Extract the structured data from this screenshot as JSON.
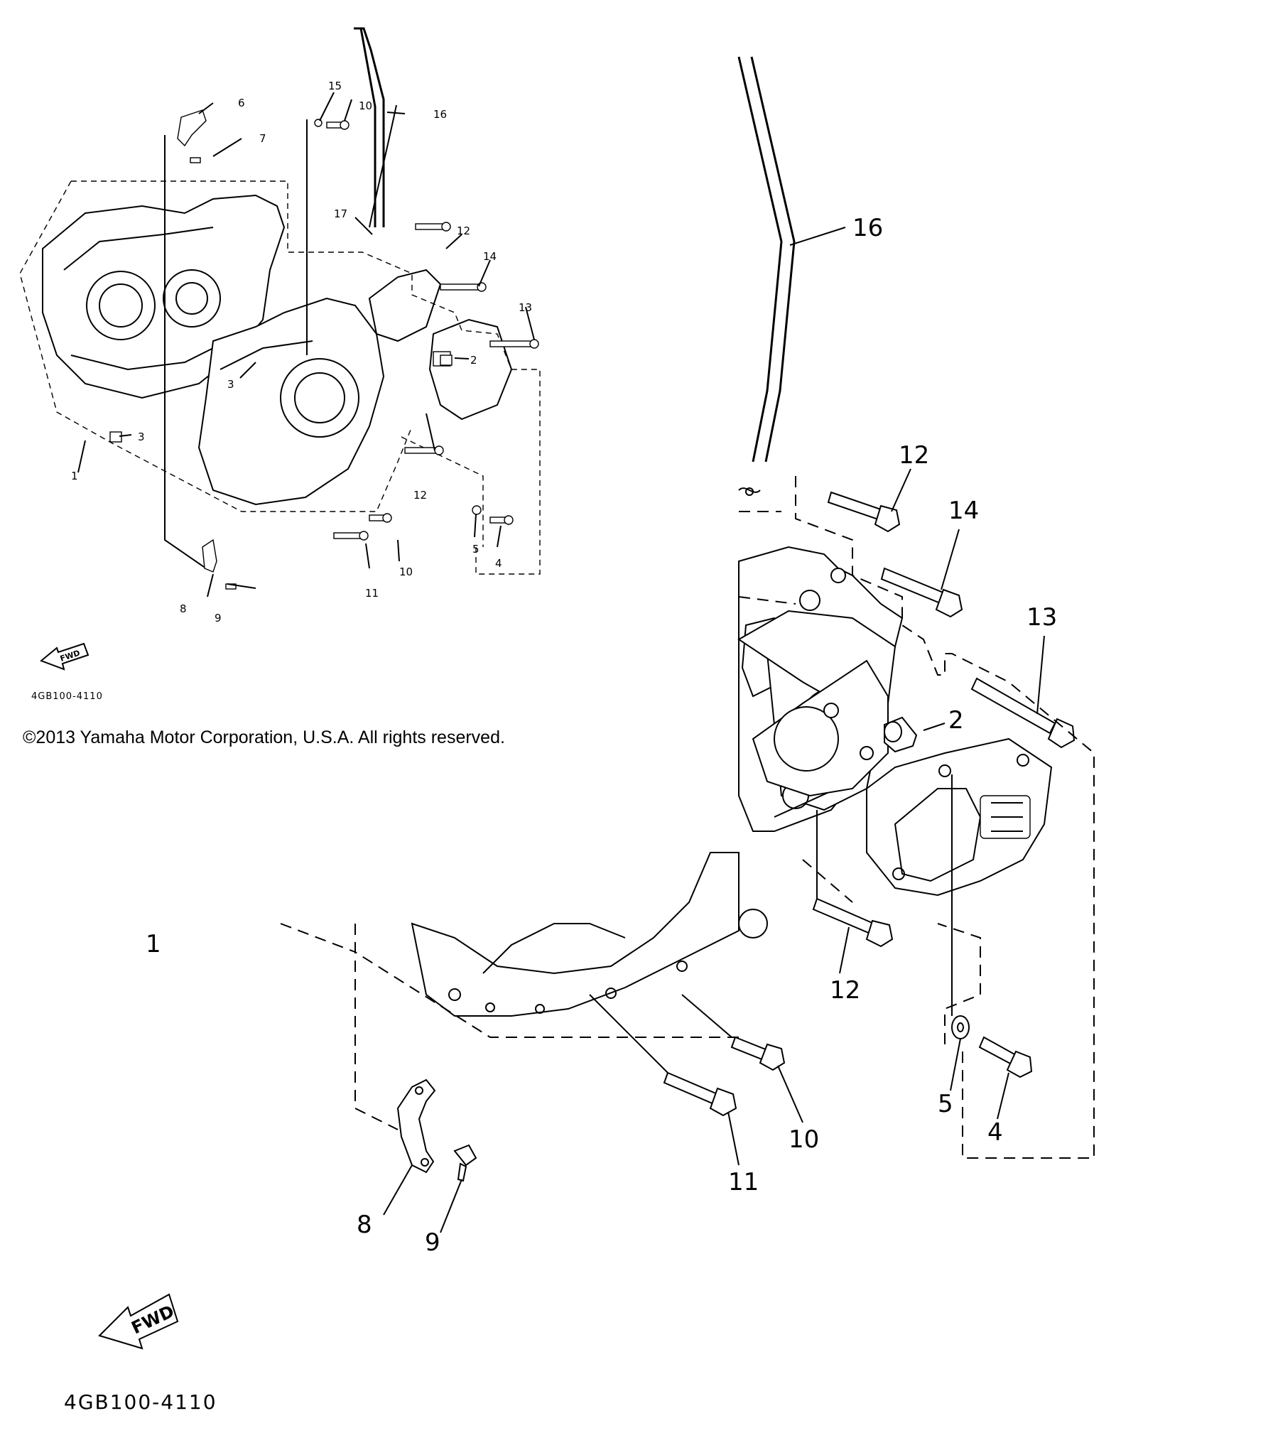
{
  "copyright": "©2013 Yamaha Motor Corporation, U.S.A. All rights reserved.",
  "diagram_code": "4GB100-4110",
  "fwd_label": "FWD",
  "callouts": [
    "1",
    "2",
    "3",
    "4",
    "5",
    "6",
    "7",
    "8",
    "9",
    "10",
    "11",
    "12",
    "13",
    "14",
    "15",
    "16",
    "17"
  ]
}
